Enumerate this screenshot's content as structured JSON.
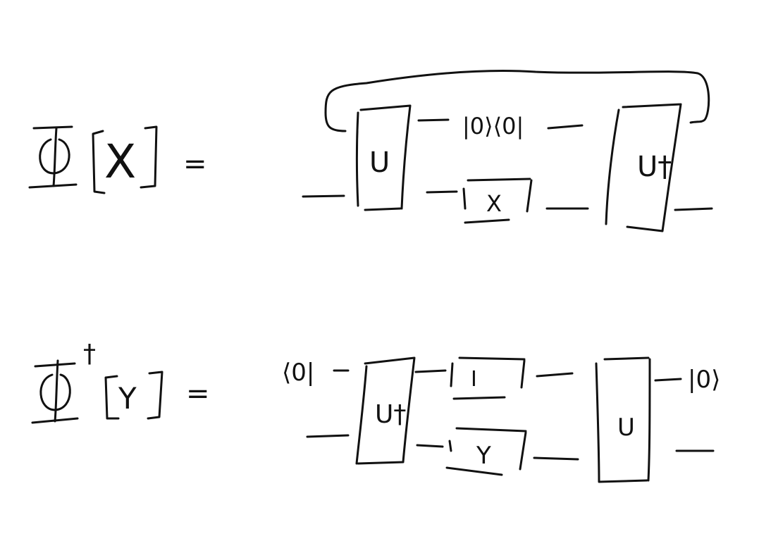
{
  "equation_1": {
    "lhs": {
      "map_symbol": "Φ",
      "argument": "X",
      "equals": "="
    },
    "circuit": {
      "gate_left": "U",
      "gate_right": "U†",
      "top_wire_label": "|0⟩⟨0|",
      "middle_box": "X"
    }
  },
  "equation_2": {
    "lhs": {
      "map_symbol": "Φ",
      "superscript": "†",
      "argument": "Y",
      "equals": "="
    },
    "circuit": {
      "input_bra": "⟨0|",
      "output_ket": "|0⟩",
      "gate_left": "U†",
      "gate_right": "U",
      "top_box": "I",
      "bottom_box": "Y"
    }
  },
  "colors": {
    "ink": "#111111",
    "background": "#ffffff"
  }
}
